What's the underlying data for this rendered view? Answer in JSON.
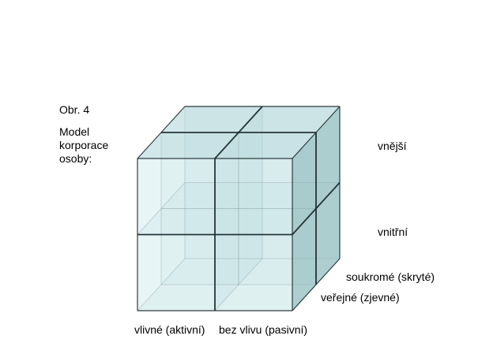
{
  "caption": {
    "figure": "Obr. 4",
    "description_lines": [
      "Model",
      "korporace",
      "osoby:"
    ]
  },
  "labels": {
    "outer": "vnější",
    "inner": "vnitřní",
    "private": "soukromé (skryté)",
    "public": "veřejné (zjevné)",
    "active": "vlivné (aktivní)",
    "passive": "bez vlivu (pasivní)"
  },
  "colors": {
    "front_face": "#d6ecee",
    "top_face": "#c3dfe1",
    "side_face": "#9fc4c6",
    "inner_plane": "#b9d9dc",
    "edge": "#1b2b2d"
  }
}
